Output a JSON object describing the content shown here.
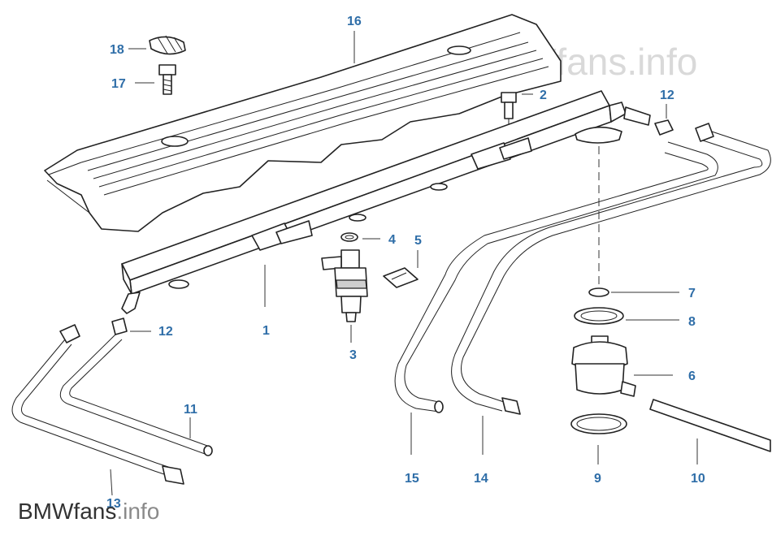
{
  "watermark": "BMWfans.info",
  "brand": {
    "name": "BMWfans",
    "tld": ".info"
  },
  "callouts": {
    "p1": "1",
    "p2": "2",
    "p3": "3",
    "p4": "4",
    "p5": "5",
    "p6": "6",
    "p7": "7",
    "p8": "8",
    "p9": "9",
    "p10": "10",
    "p11": "11",
    "p12a": "12",
    "p12b": "12",
    "p13": "13",
    "p14": "14",
    "p15": "15",
    "p16": "16",
    "p17": "17",
    "p18": "18"
  },
  "colors": {
    "callout": "#2f6ea8",
    "line": "#222222",
    "watermark": "#d9d9d9"
  }
}
